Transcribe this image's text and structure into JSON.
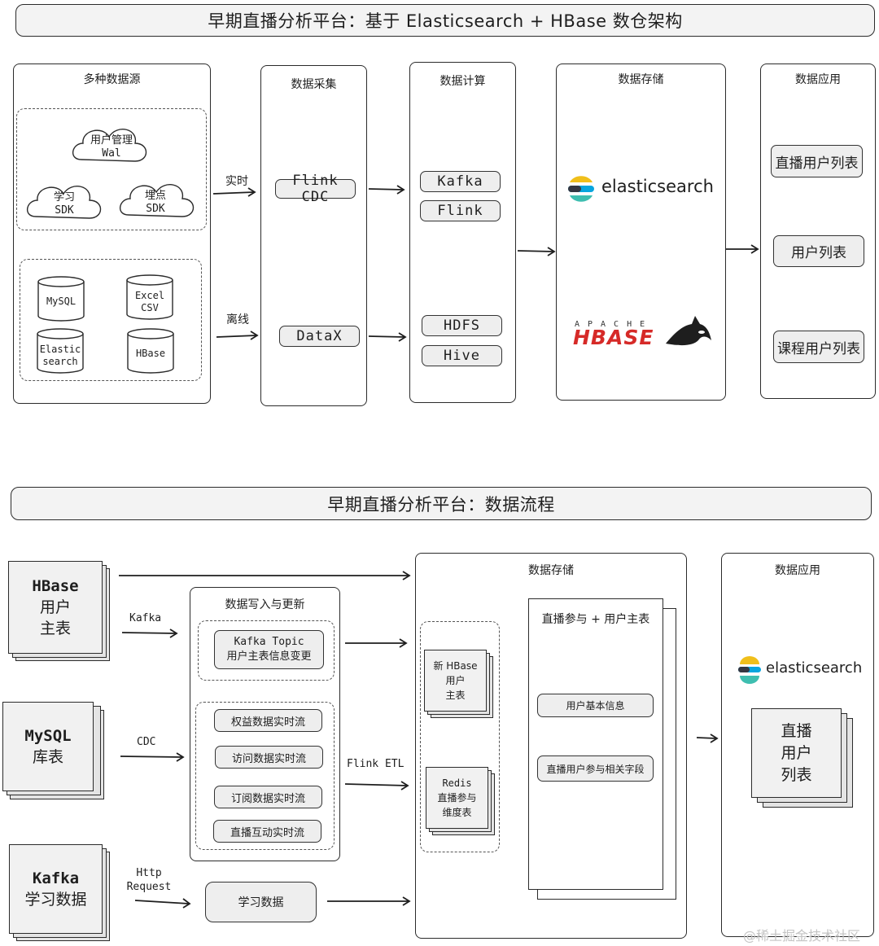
{
  "top": {
    "title": "早期直播分析平台：基于 Elasticsearch + HBase 数仓架构",
    "sources": {
      "title": "多种数据源",
      "clouds": [
        "用户管理 Wal",
        "学习 SDK",
        "埋点 SDK"
      ],
      "cloud_lines": [
        [
          "用户管理",
          "Wal"
        ],
        [
          "学习",
          "SDK"
        ],
        [
          "埋点",
          "SDK"
        ]
      ],
      "dbs": [
        [
          "MySQL"
        ],
        [
          "Excel",
          "CSV"
        ],
        [
          "Elastic",
          "search"
        ],
        [
          "HBase"
        ]
      ]
    },
    "arrow_realtime": "实时",
    "arrow_offline": "离线",
    "collect": {
      "title": "数据采集",
      "items": [
        "Flink CDC",
        "DataX"
      ]
    },
    "compute": {
      "title": "数据计算",
      "items": [
        "Kafka",
        "Flink",
        "HDFS",
        "Hive"
      ]
    },
    "storage": {
      "title": "数据存储",
      "es_word": "elasticsearch",
      "hbase_apache": "APACHE",
      "hbase_word": "HBASE"
    },
    "apps": {
      "title": "数据应用",
      "items": [
        "直播用户列表",
        "用户列表",
        "课程用户列表"
      ]
    }
  },
  "bottom": {
    "title": "早期直播分析平台：数据流程",
    "sources": [
      {
        "lines": [
          "HBase",
          "用户",
          "主表"
        ]
      },
      {
        "lines": [
          "MySQL",
          "库表"
        ]
      },
      {
        "lines": [
          "Kafka",
          "学习数据"
        ]
      }
    ],
    "arrow_kafka": "Kafka",
    "arrow_cdc": "CDC",
    "arrow_http": [
      "Http",
      "Request"
    ],
    "write": {
      "title": "数据写入与更新",
      "topic": [
        "Kafka Topic",
        "用户主表信息变更"
      ],
      "streams": [
        "权益数据实时流",
        "访问数据实时流",
        "订阅数据实时流",
        "直播互动实时流"
      ]
    },
    "study_data": "学习数据",
    "flink_etl": "Flink ETL",
    "storage": {
      "title": "数据存储",
      "hbase_box": [
        "新 HBase",
        "用户",
        "主表"
      ],
      "redis_box": [
        "Redis",
        "直播参与",
        "维度表"
      ],
      "doc_title": "直播参与 + 用户主表",
      "doc_items": [
        "用户基本信息",
        "直播用户参与相关字段"
      ]
    },
    "apps": {
      "title": "数据应用",
      "es_word": "elasticsearch",
      "list_box": [
        "直播",
        "用户",
        "列表"
      ]
    }
  },
  "watermark": "@稀土掘金技术社区",
  "colors": {
    "es_yellow": "#f0bf1a",
    "es_teal": "#3ebeb0",
    "es_blue": "#07a5de",
    "es_dark": "#343741",
    "hbase_red": "#d62a28"
  }
}
